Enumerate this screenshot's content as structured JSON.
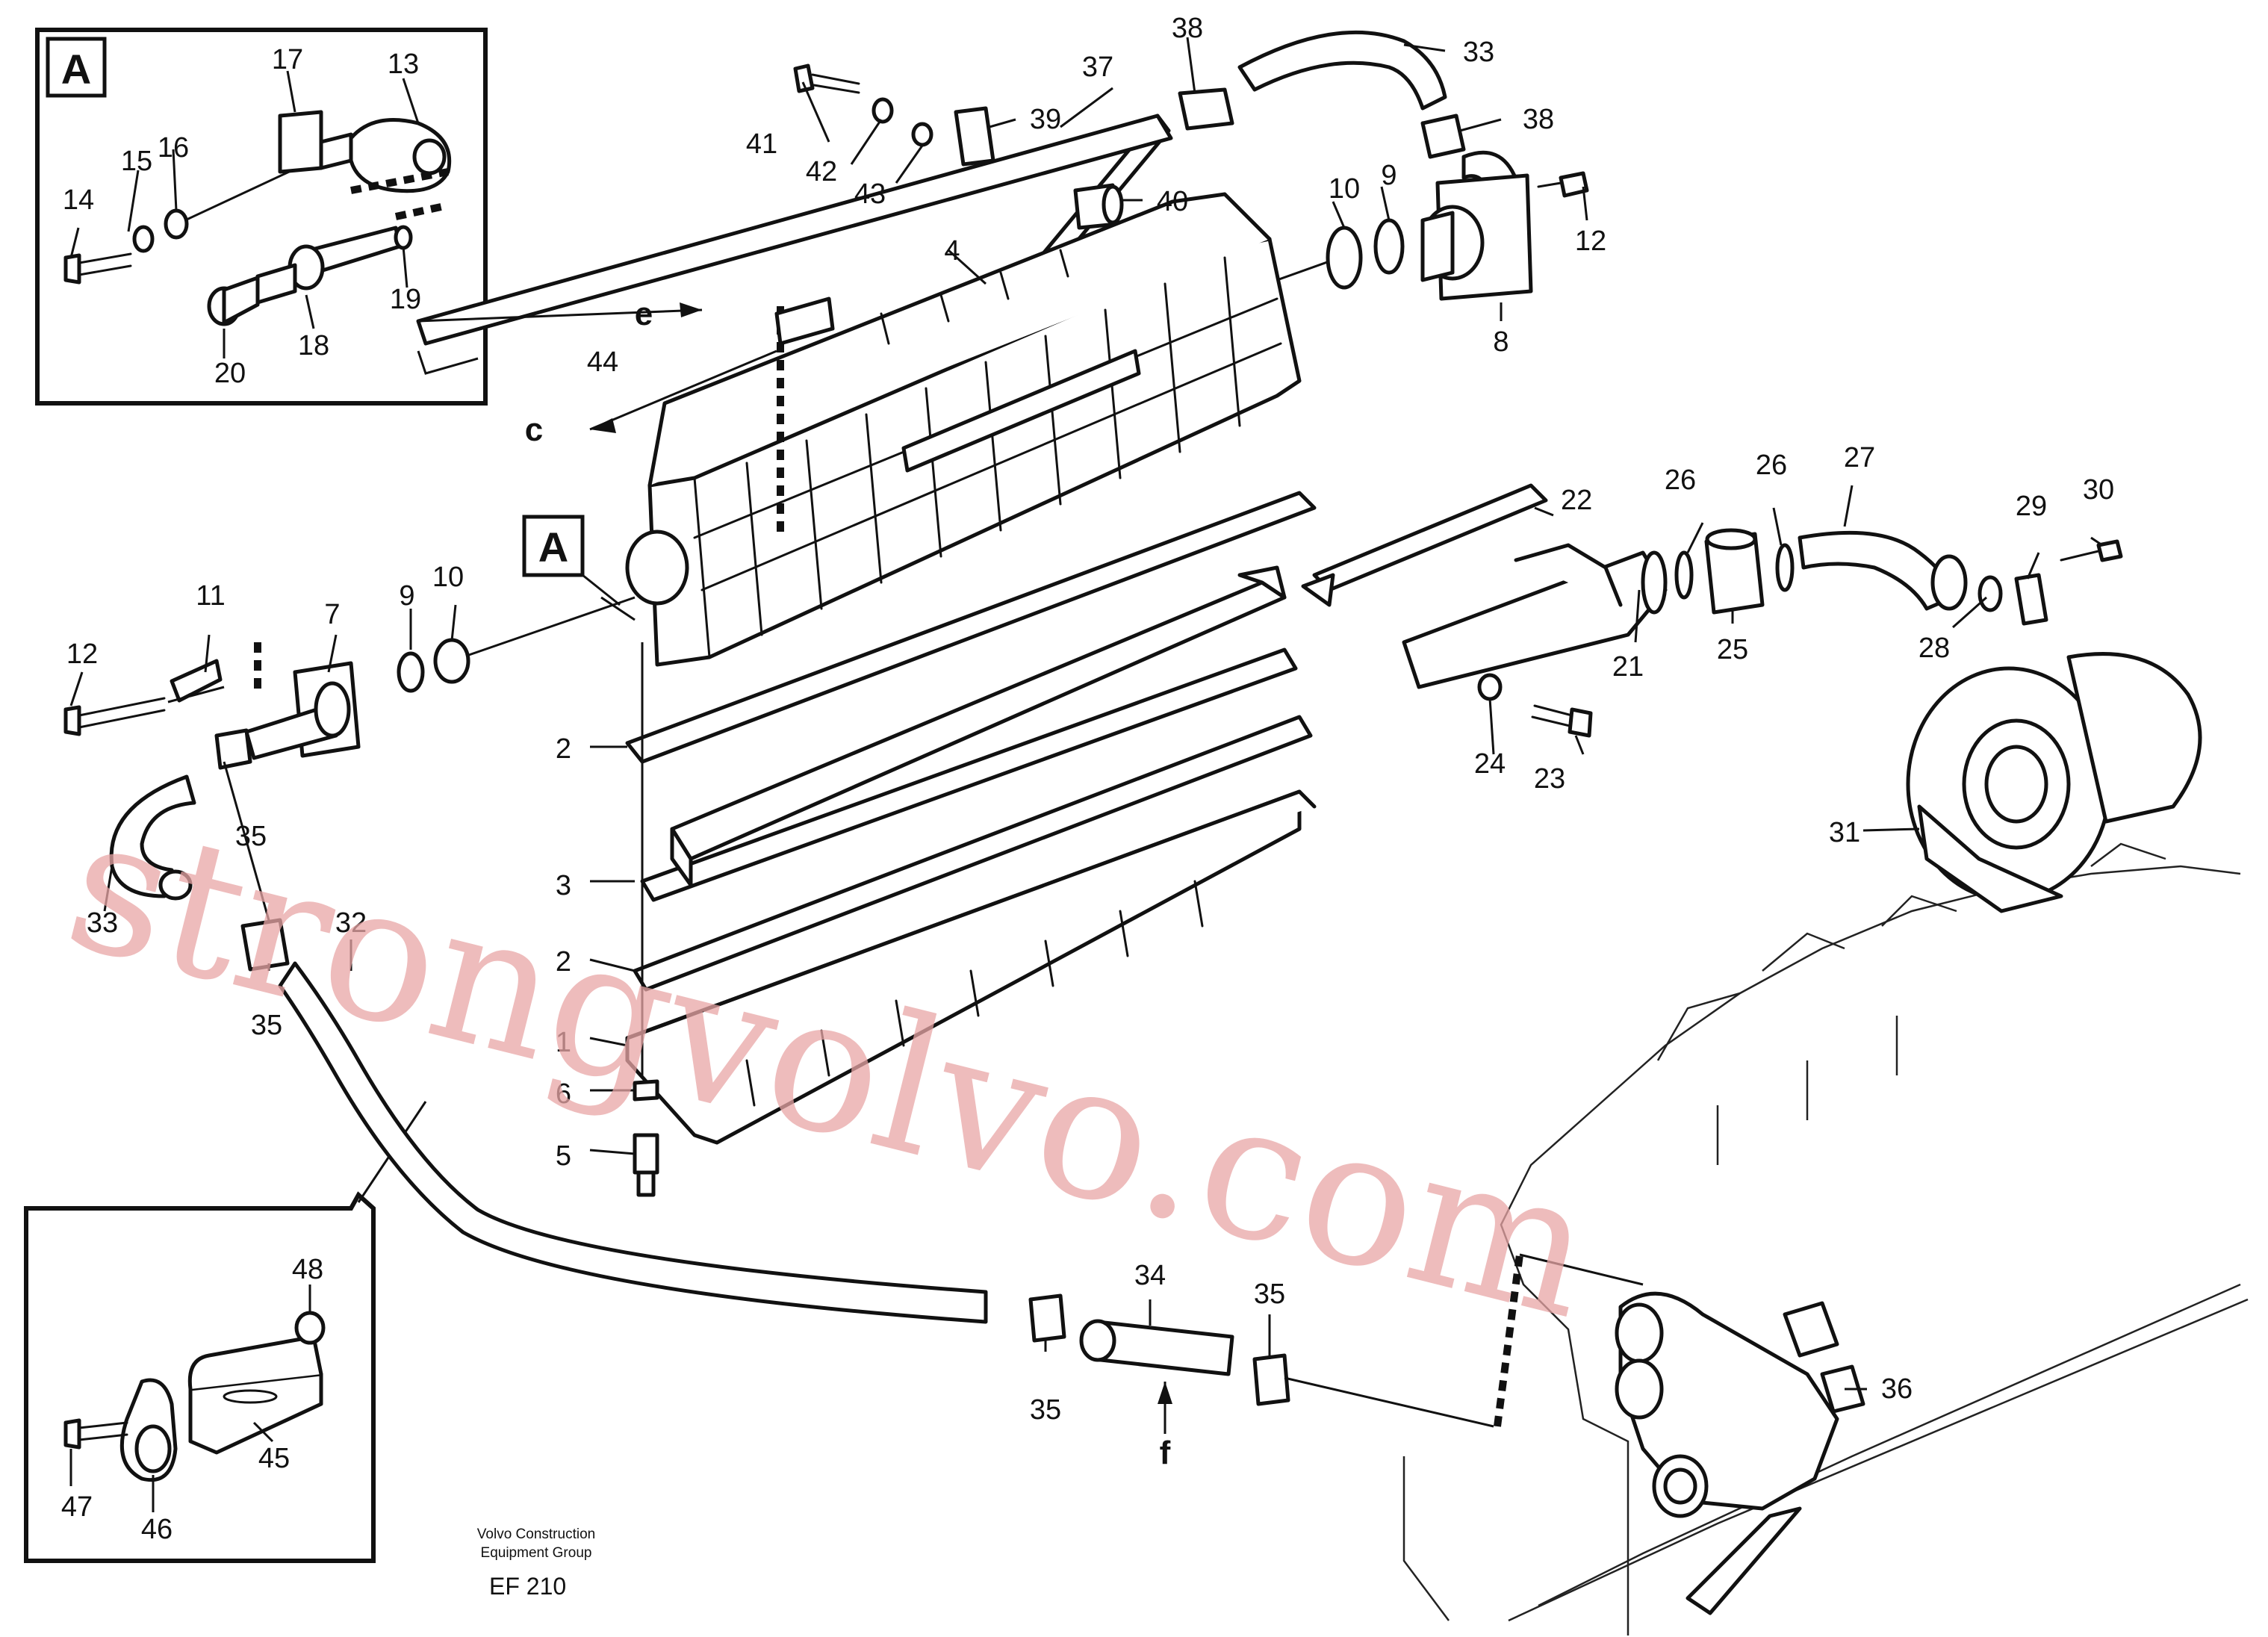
{
  "callouts": [
    {
      "id": "c1",
      "text": "1"
    },
    {
      "id": "c2a",
      "text": "2"
    },
    {
      "id": "c2b",
      "text": "2"
    },
    {
      "id": "c3",
      "text": "3"
    },
    {
      "id": "c4",
      "text": "4"
    },
    {
      "id": "c5",
      "text": "5"
    },
    {
      "id": "c6",
      "text": "6"
    },
    {
      "id": "c7",
      "text": "7"
    },
    {
      "id": "c8",
      "text": "8"
    },
    {
      "id": "c9a",
      "text": "9"
    },
    {
      "id": "c9b",
      "text": "9"
    },
    {
      "id": "c10a",
      "text": "10"
    },
    {
      "id": "c10b",
      "text": "10"
    },
    {
      "id": "c11",
      "text": "11"
    },
    {
      "id": "c12a",
      "text": "12"
    },
    {
      "id": "c12b",
      "text": "12"
    },
    {
      "id": "c13",
      "text": "13"
    },
    {
      "id": "c14",
      "text": "14"
    },
    {
      "id": "c15",
      "text": "15"
    },
    {
      "id": "c16",
      "text": "16"
    },
    {
      "id": "c17",
      "text": "17"
    },
    {
      "id": "c18",
      "text": "18"
    },
    {
      "id": "c19",
      "text": "19"
    },
    {
      "id": "c20",
      "text": "20"
    },
    {
      "id": "c21",
      "text": "21"
    },
    {
      "id": "c22",
      "text": "22"
    },
    {
      "id": "c23",
      "text": "23"
    },
    {
      "id": "c24",
      "text": "24"
    },
    {
      "id": "c25",
      "text": "25"
    },
    {
      "id": "c26a",
      "text": "26"
    },
    {
      "id": "c26b",
      "text": "26"
    },
    {
      "id": "c27",
      "text": "27"
    },
    {
      "id": "c28",
      "text": "28"
    },
    {
      "id": "c29",
      "text": "29"
    },
    {
      "id": "c30",
      "text": "30"
    },
    {
      "id": "c31",
      "text": "31"
    },
    {
      "id": "c32",
      "text": "32"
    },
    {
      "id": "c33a",
      "text": "33"
    },
    {
      "id": "c33b",
      "text": "33"
    },
    {
      "id": "c34",
      "text": "34"
    },
    {
      "id": "c35a",
      "text": "35"
    },
    {
      "id": "c35b",
      "text": "35"
    },
    {
      "id": "c35c",
      "text": "35"
    },
    {
      "id": "c35d",
      "text": "35"
    },
    {
      "id": "c36",
      "text": "36"
    },
    {
      "id": "c37",
      "text": "37"
    },
    {
      "id": "c38a",
      "text": "38"
    },
    {
      "id": "c38b",
      "text": "38"
    },
    {
      "id": "c39",
      "text": "39"
    },
    {
      "id": "c40",
      "text": "40"
    },
    {
      "id": "c41",
      "text": "41"
    },
    {
      "id": "c42",
      "text": "42"
    },
    {
      "id": "c43",
      "text": "43"
    },
    {
      "id": "c44",
      "text": "44"
    },
    {
      "id": "c45",
      "text": "45"
    },
    {
      "id": "c46",
      "text": "46"
    },
    {
      "id": "c47",
      "text": "47"
    },
    {
      "id": "c48",
      "text": "48"
    }
  ],
  "flow_letters": {
    "e": "e",
    "c": "c",
    "f": "f"
  },
  "detail_label": "A",
  "credit": {
    "line1": "Volvo Construction",
    "line2": "Equipment Group"
  },
  "figure_ref": "EF 210",
  "watermark": "strongvolvo.com"
}
